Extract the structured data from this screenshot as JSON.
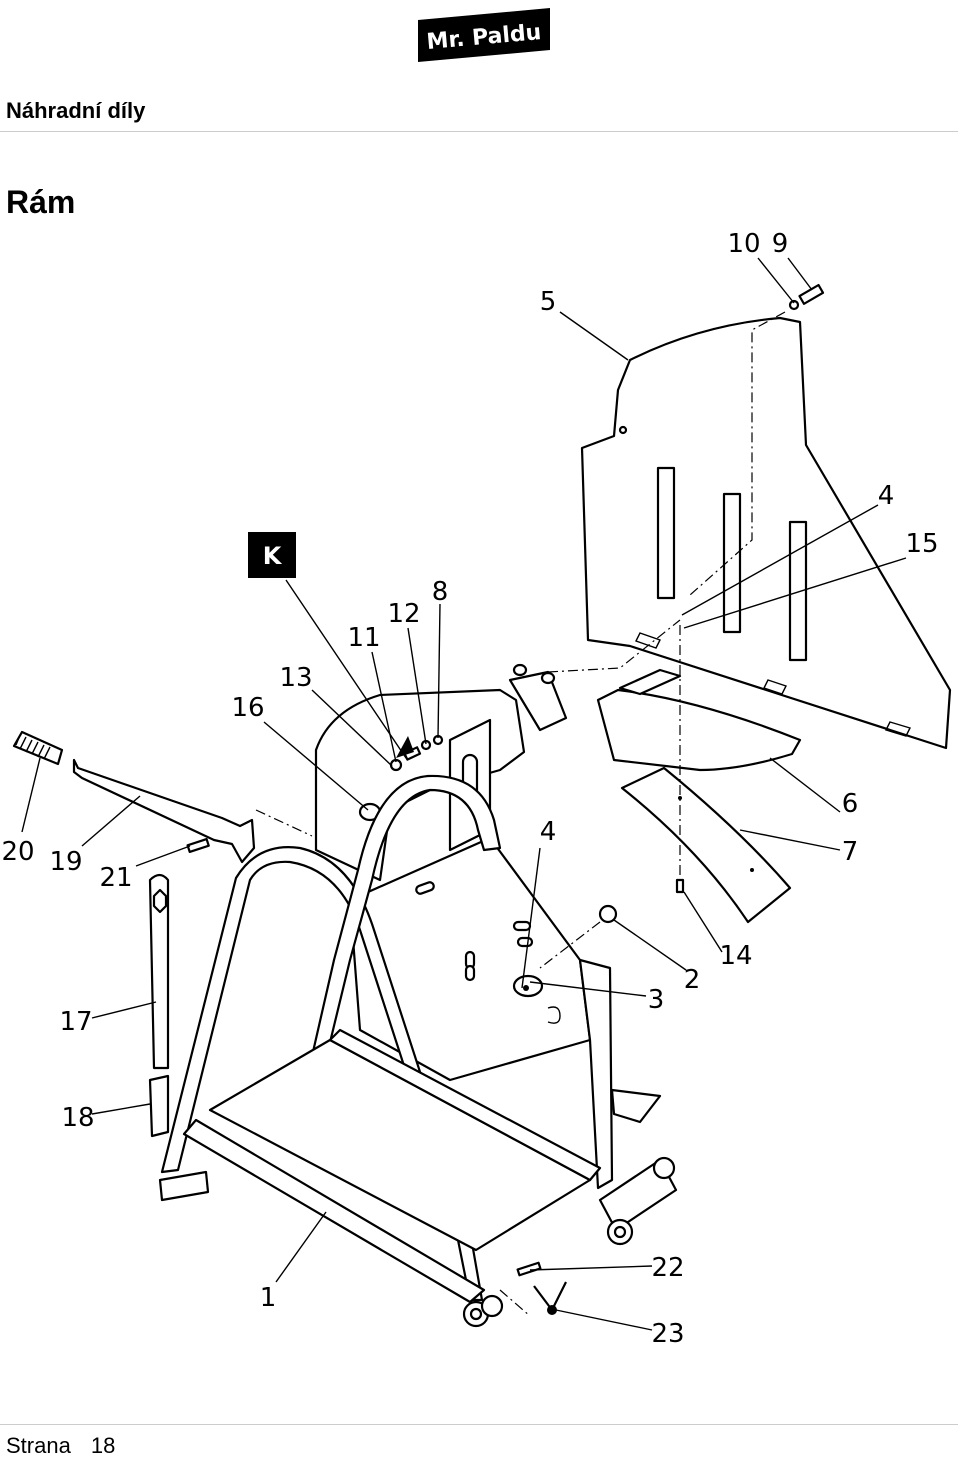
{
  "brand": {
    "logo_text": "Mr. Paldu"
  },
  "header": {
    "title": "Náhradní díly"
  },
  "section": {
    "title": "Rám"
  },
  "callouts": {
    "c10": "10",
    "c9": "9",
    "c5": "5",
    "c4a": "4",
    "c15": "15",
    "k": "K",
    "c8": "8",
    "c12": "12",
    "c11": "11",
    "c13": "13",
    "c16": "16",
    "c20": "20",
    "c19": "19",
    "c21": "21",
    "c4b": "4",
    "c6": "6",
    "c7": "7",
    "c14": "14",
    "c2": "2",
    "c3": "3",
    "c17": "17",
    "c18": "18",
    "c1": "1",
    "c22": "22",
    "c23": "23"
  },
  "footer": {
    "label": "Strana",
    "page": "18"
  }
}
